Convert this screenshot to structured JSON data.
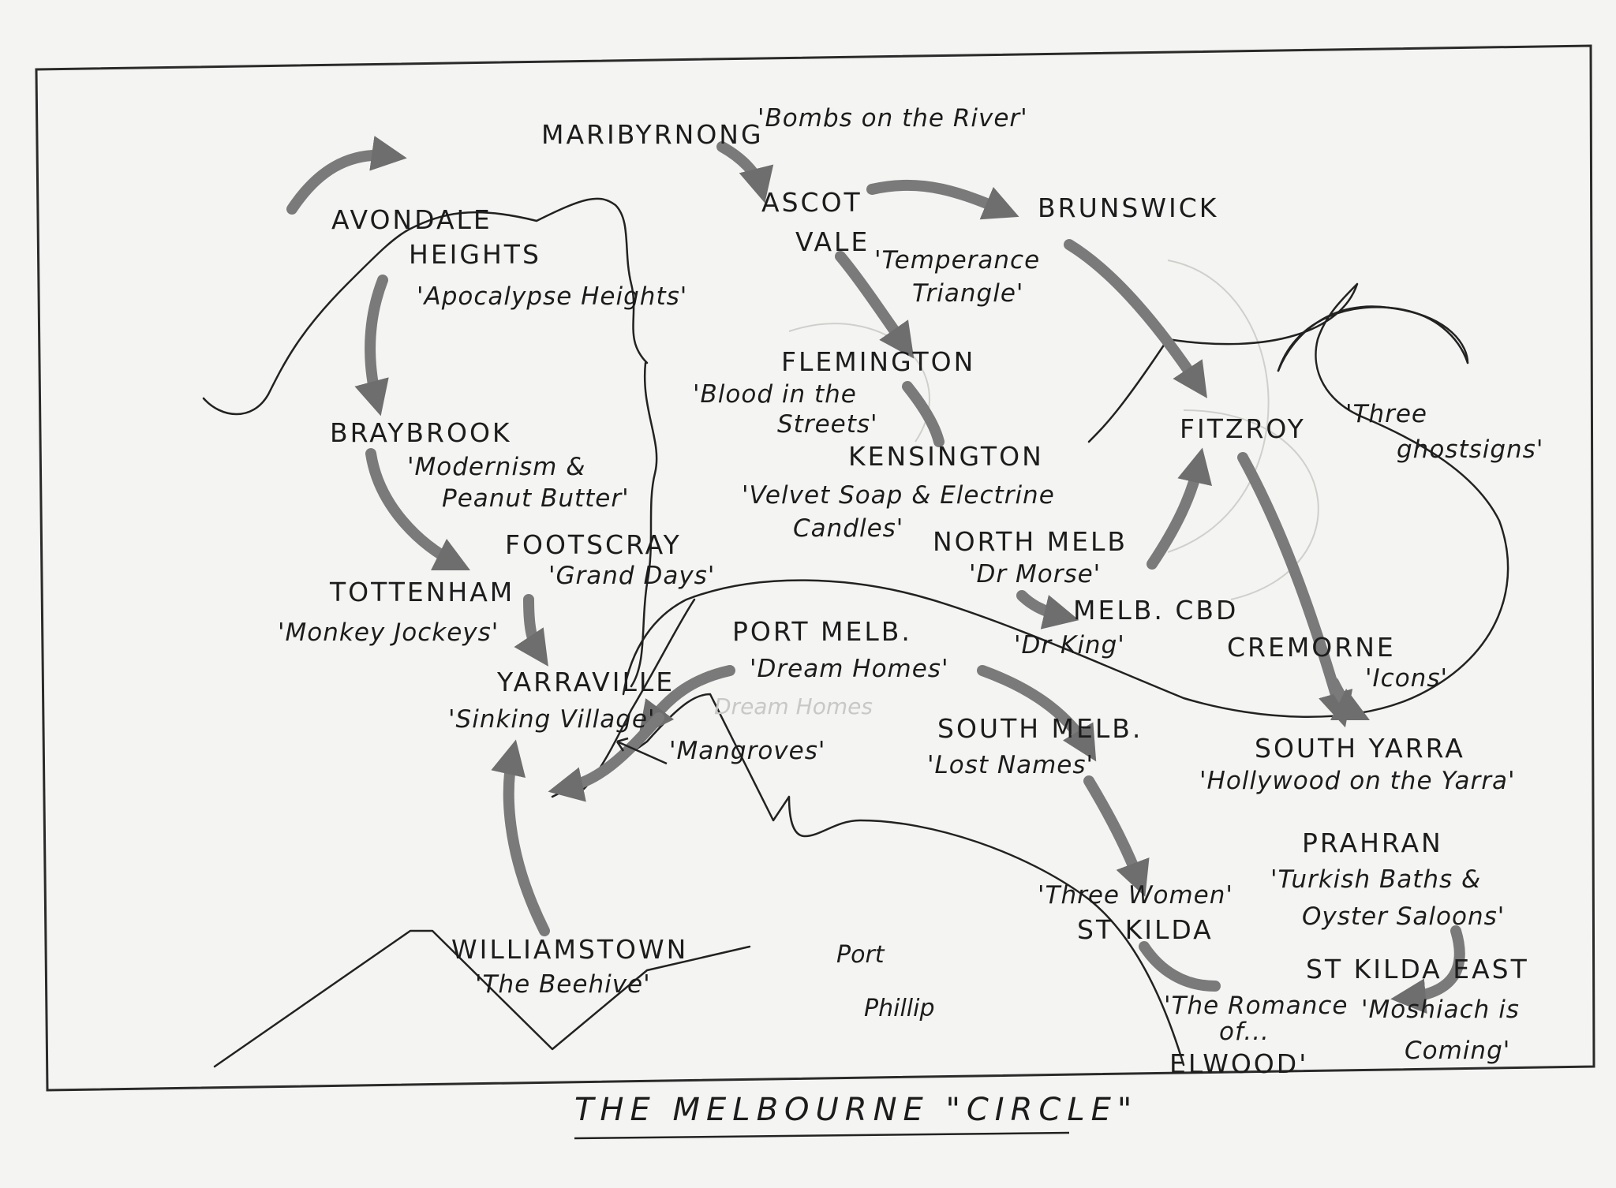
{
  "title": "THE MELBOURNE \"CIRCLE\"",
  "places": {
    "maribyrnong": {
      "name": "MARIBYRNONG",
      "nickname": "'Bombs on the River'"
    },
    "avondale": {
      "name1": "AVONDALE",
      "name2": "HEIGHTS",
      "nickname": "'Apocalypse Heights'"
    },
    "ascot": {
      "name1": "ASCOT",
      "name2": "VALE",
      "nick1": "'Temperance",
      "nick2": "Triangle'"
    },
    "brunswick": {
      "name": "BRUNSWICK"
    },
    "flemington": {
      "name": "FLEMINGTON",
      "nick1": "'Blood in the",
      "nick2": "Streets'"
    },
    "braybrook": {
      "name": "BRAYBROOK",
      "nick1": "'Modernism &",
      "nick2": "Peanut Butter'"
    },
    "kensington": {
      "name": "KENSINGTON",
      "nick1": "'Velvet Soap & Electrine",
      "nick2": "Candles'"
    },
    "fitzroy": {
      "name": "FITZROY",
      "nick1": "'Three",
      "nick2": "ghostsigns'"
    },
    "footscray": {
      "name": "FOOTSCRAY",
      "nickname": "'Grand Days'"
    },
    "tottenham": {
      "name": "TOTTENHAM",
      "nickname": "'Monkey Jockeys'"
    },
    "northmelb": {
      "name": "NORTH MELB",
      "nickname": "'Dr Morse'"
    },
    "melbcbd": {
      "name": "MELB. CBD",
      "nickname": "'Dr King'"
    },
    "portmelb": {
      "name": "PORT MELB.",
      "nickname": "'Dream Homes'"
    },
    "cremorne": {
      "name": "CREMORNE",
      "nickname": "'Icons'"
    },
    "yarraville": {
      "name": "YARRAVILLE",
      "nickname": "'Sinking Village'"
    },
    "mangroves": {
      "nickname": "'Mangroves'"
    },
    "southmelb": {
      "name": "SOUTH MELB.",
      "nickname": "'Lost Names'"
    },
    "southyarra": {
      "name": "SOUTH YARRA",
      "nickname": "'Hollywood on the Yarra'"
    },
    "prahran": {
      "name": "PRAHRAN",
      "nick1": "'Turkish Baths &",
      "nick2": "Oyster Saloons'"
    },
    "stkilda": {
      "name": "ST KILDA",
      "nickname": "'Three Women'"
    },
    "williamstown": {
      "name": "WILLIAMSTOWN",
      "nickname": "'The Beehive'"
    },
    "stkildaeast": {
      "name": "ST KILDA EAST",
      "nick1": "'Moshiach is",
      "nick2": "Coming'"
    },
    "elwood": {
      "nick1": "'The Romance",
      "nick2": "of...",
      "name": "ELWOOD'"
    }
  },
  "water": {
    "line1": "Port",
    "line2": "Phillip"
  },
  "faint_text": "Dream Homes"
}
